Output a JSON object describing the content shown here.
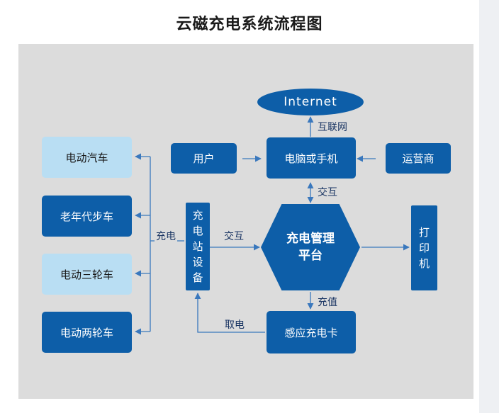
{
  "title": "云磁充电系统流程图",
  "nodes": {
    "internet": "Internet",
    "user": "用户",
    "computer_phone": "电脑或手机",
    "operator": "运营商",
    "platform_line1": "充电管理",
    "platform_line2": "平台",
    "station": [
      "充",
      "电",
      "站",
      "设",
      "备"
    ],
    "printer": [
      "打",
      "印",
      "机"
    ],
    "card": "感应充电卡",
    "electric_car": "电动汽车",
    "senior_scooter": "老年代步车",
    "electric_tricycle": "电动三轮车",
    "electric_two_wheeler": "电动两轮车"
  },
  "edge_labels": {
    "internet_link": "互联网",
    "phone_platform": "交互",
    "station_platform": "交互",
    "charge": "充电",
    "recharge": "充值",
    "draw_power": "取电"
  },
  "colors": {
    "dark_blue": "#0d5ea8",
    "light_blue": "#b9def3",
    "panel_gray": "#dcdcdc",
    "line_blue": "#3a78bd",
    "label_text": "#1a3563"
  }
}
